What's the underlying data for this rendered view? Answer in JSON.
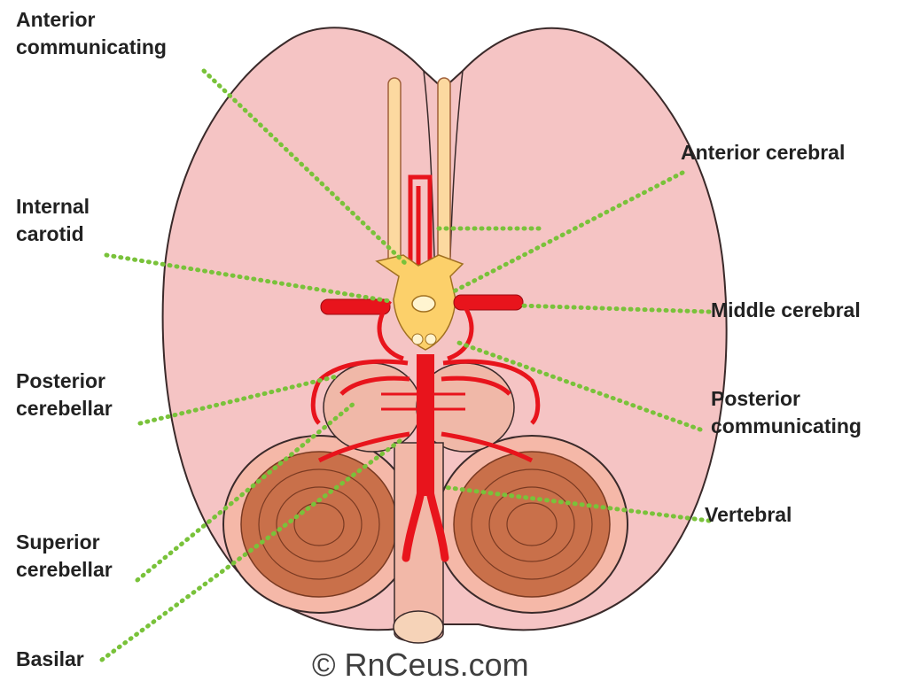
{
  "labels": {
    "anterior_communicating": [
      "Anterior",
      "communicating"
    ],
    "anterior_cerebral": [
      "Anterior cerebral"
    ],
    "internal_carotid": [
      "Internal",
      "carotid"
    ],
    "middle_cerebral": [
      "Middle cerebral"
    ],
    "posterior_cerebellar": [
      "Posterior",
      "cerebellar"
    ],
    "posterior_communicating": [
      "Posterior",
      "communicating"
    ],
    "vertebral": [
      "Vertebral"
    ],
    "superior_cerebellar": [
      "Superior",
      "cerebellar"
    ],
    "basilar": [
      "Basilar"
    ]
  },
  "credit": "© RnCeus.com",
  "colors": {
    "brain_fill": "#f5c4c4",
    "outline": "#3a2a2a",
    "artery": "#e8141c",
    "circle_of_willis": "#fcd06a",
    "cerebellum": "#c9704a",
    "stem": "#f2b8a8",
    "leader_dots": "#79c23a"
  }
}
